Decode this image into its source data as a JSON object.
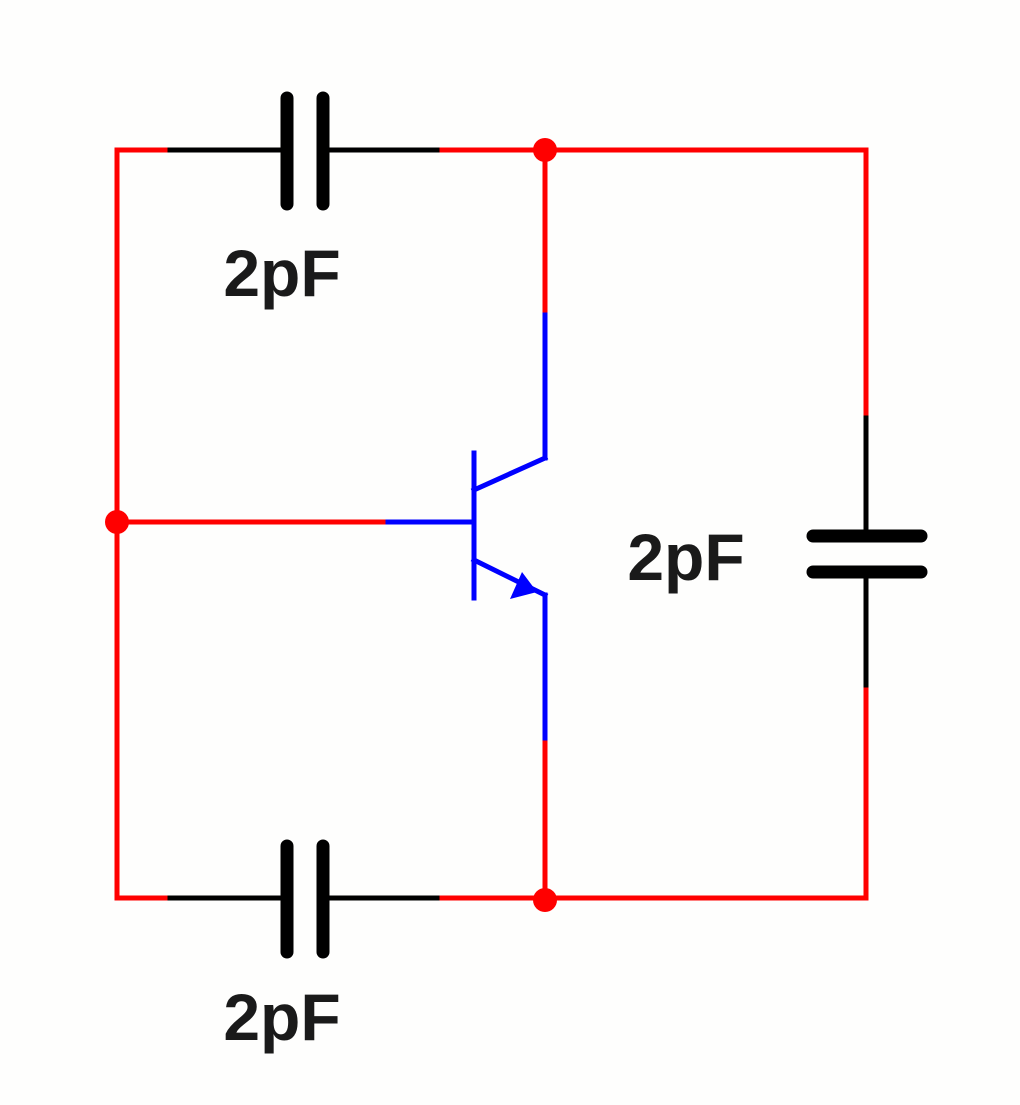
{
  "colors": {
    "wire": "#ff0000",
    "component": "#000000",
    "transistor": "#0000ff",
    "label": "#1a1a1a",
    "background": "#fefefd"
  },
  "components": {
    "capacitor_top": {
      "label": "2pF"
    },
    "capacitor_bottom": {
      "label": "2pF"
    },
    "capacitor_right": {
      "label": "2pF"
    },
    "transistor": {
      "type": "NPN"
    }
  }
}
